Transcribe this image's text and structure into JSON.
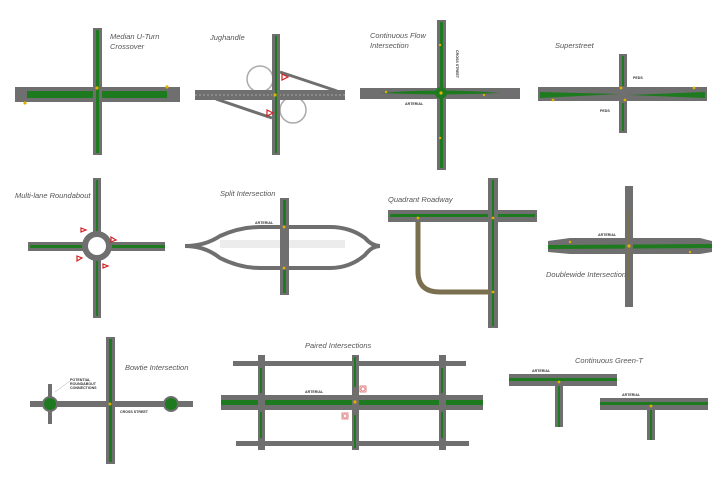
{
  "titles": {
    "median_uturn_1": "Median U-Turn",
    "median_uturn_2": "Crossover",
    "jughandle": "Jughandle",
    "cfi_1": "Continuous Flow",
    "cfi_2": "Intersection",
    "superstreet": "Superstreet",
    "roundabout": "Multi-lane Roundabout",
    "split": "Split Intersection",
    "quadrant": "Quadrant Roadway",
    "doublewide": "Doublewide Intersection",
    "bowtie": "Bowtie Intersection",
    "paired": "Paired Intersections",
    "green_t": "Continuous Green-T"
  },
  "labels": {
    "arterial": "ARTERIAL",
    "cross_street": "CROSS STREET",
    "peds": "PEDS",
    "potential_1": "POTENTIAL",
    "potential_2": "ROUNDABOUT",
    "potential_3": "CONNECTIONS"
  },
  "colors": {
    "road": "#6f6f6f",
    "median": "#1e7a1e",
    "signal": "#e0b000",
    "warning": "#d02020"
  }
}
